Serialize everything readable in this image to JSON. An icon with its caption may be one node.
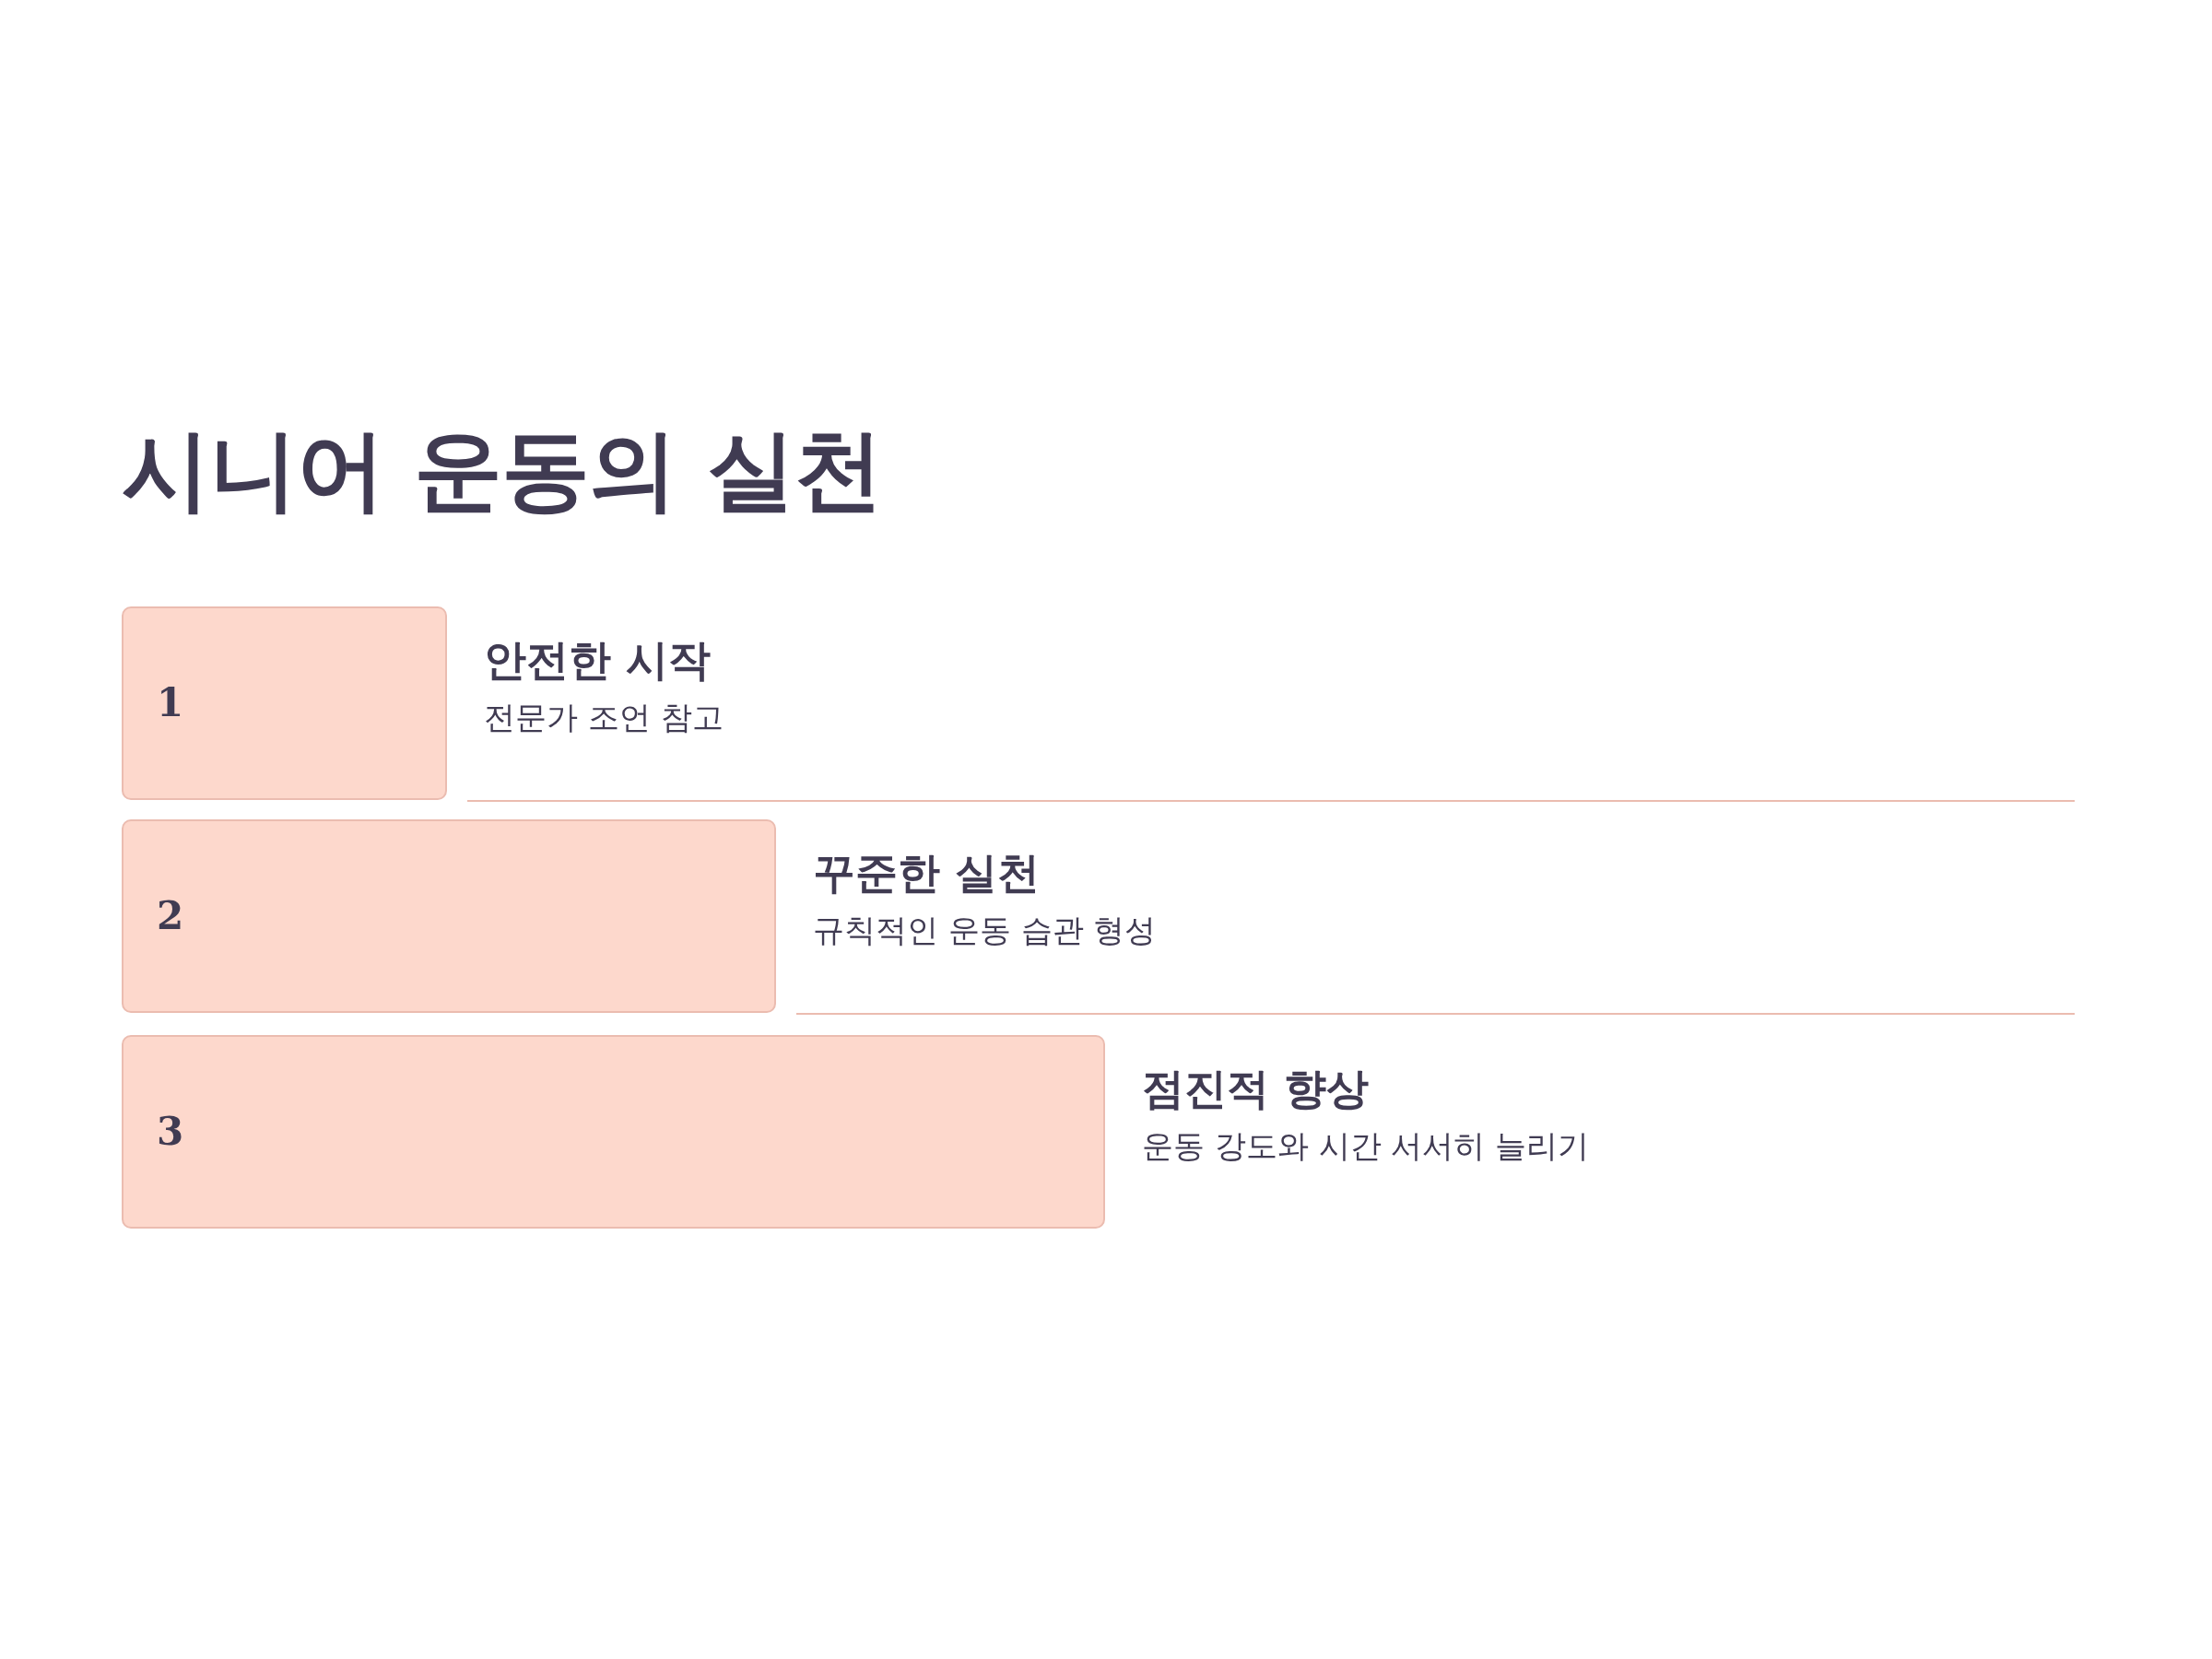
{
  "diagram": {
    "title": "시니어 운동의 실천",
    "nodes": [
      {
        "text": [
          "1"
        ],
        "beside": [
          "안전한 시작",
          "전문가 조언 참고"
        ]
      },
      {
        "text": [
          "2"
        ],
        "beside": [
          "꾸준한 실천",
          "규칙적인 운동 습관 형성"
        ]
      },
      {
        "text": [
          "3"
        ],
        "beside": [
          "점진적 향상",
          "운동 강도와 시간 서서히 늘리기"
        ]
      }
    ],
    "edges": []
  }
}
